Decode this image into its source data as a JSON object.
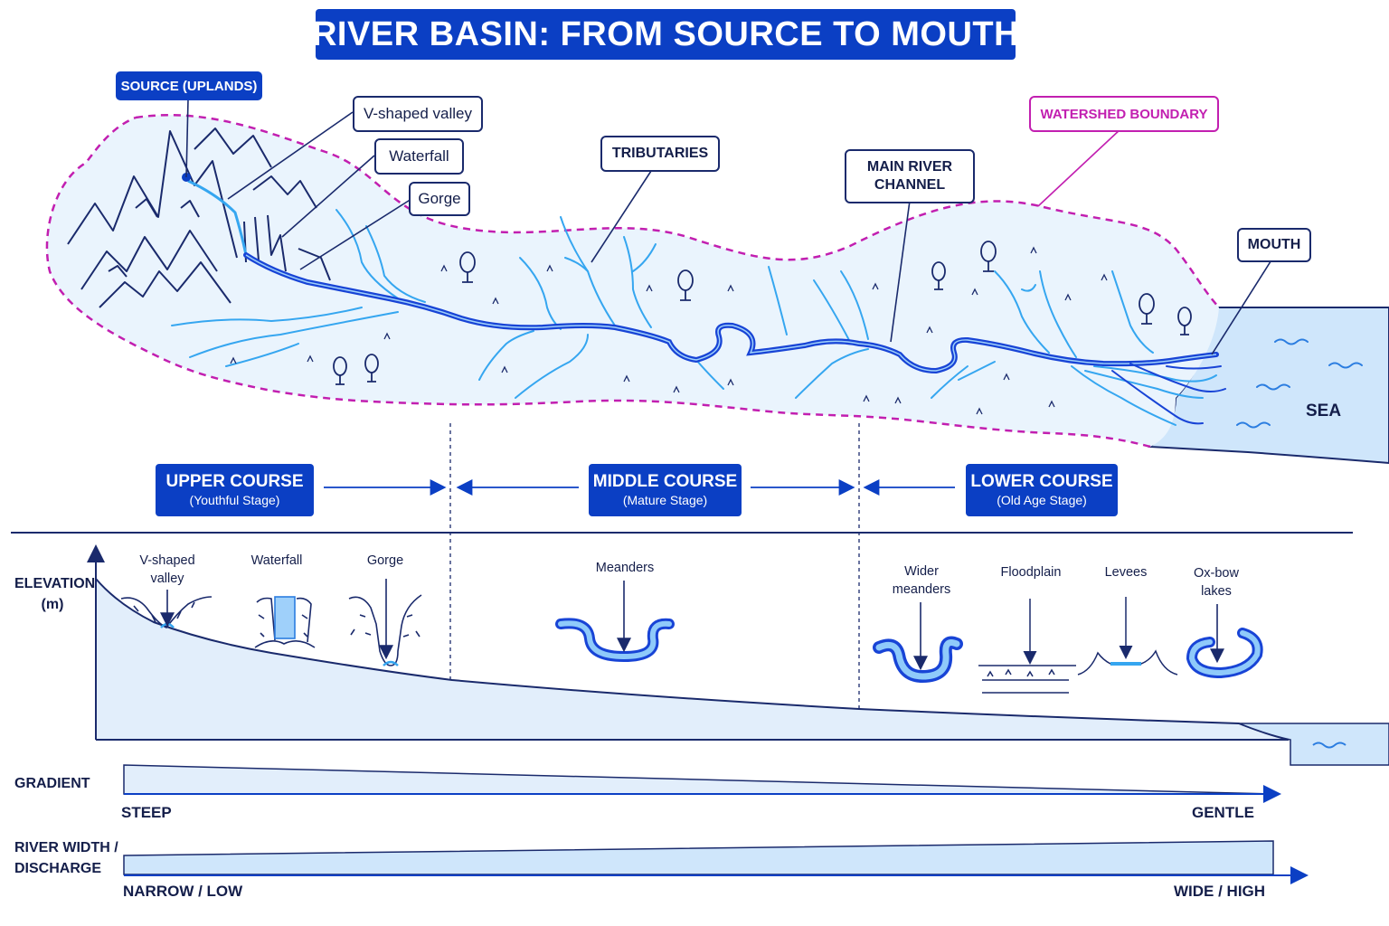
{
  "title": "RIVER BASIN: FROM SOURCE TO MOUTH",
  "map_labels": {
    "source": "SOURCE (UPLANDS)",
    "v_valley": "V-shaped valley",
    "waterfall": "Waterfall",
    "gorge": "Gorge",
    "tributaries": "TRIBUTARIES",
    "main_channel": "MAIN RIVER CHANNEL",
    "watershed": "WATERSHED BOUNDARY",
    "mouth": "MOUTH",
    "sea": "SEA"
  },
  "courses": [
    {
      "name": "UPPER COURSE",
      "stage": "(Youthful Stage)"
    },
    {
      "name": "MIDDLE COURSE",
      "stage": "(Mature Stage)"
    },
    {
      "name": "LOWER COURSE",
      "stage": "(Old Age Stage)"
    }
  ],
  "profile": {
    "elevation_label": "ELEVATION (m)",
    "features": {
      "v_valley": "V-shaped valley",
      "waterfall": "Waterfall",
      "gorge": "Gorge",
      "meanders": "Meanders",
      "wider_meanders": "Wider meanders",
      "floodplain": "Floodplain",
      "levees": "Levees",
      "oxbow": "Ox-bow lakes"
    }
  },
  "gradient": {
    "label": "GRADIENT",
    "start": "STEEP",
    "end": "GENTLE"
  },
  "width": {
    "label": "RIVER WIDTH / DISCHARGE",
    "start": "NARROW / LOW",
    "end": "WIDE / HIGH"
  },
  "colors": {
    "navy": "#0b3fc4",
    "river": "#1844d6",
    "tributary": "#35a6f0",
    "basin_fill": "#eaf4fd",
    "watershed": "#c21fb0",
    "sea": "#cfe6fb",
    "profile_fill": "#e2eefb"
  }
}
